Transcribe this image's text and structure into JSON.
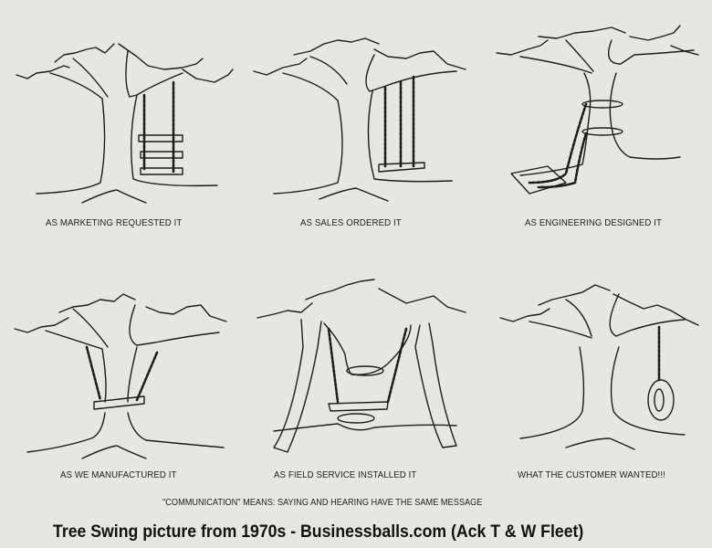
{
  "panels": [
    {
      "id": "marketing",
      "caption": "AS MARKETING REQUESTED IT",
      "swing": "three-tier-seat"
    },
    {
      "id": "sales",
      "caption": "AS SALES ORDERED IT",
      "swing": "three-rope-seat"
    },
    {
      "id": "engineering",
      "caption": "AS ENGINEERING DESIGNED IT",
      "swing": "rope-tied-around-trunk-seat-on-ground"
    },
    {
      "id": "manufacturing",
      "caption": "AS WE MANUFACTURED IT",
      "swing": "seat-through-trunk"
    },
    {
      "id": "field-service",
      "caption": "AS FIELD SERVICE INSTALLED IT",
      "swing": "trunk-cut-propped-branches"
    },
    {
      "id": "customer",
      "caption": "WHAT THE CUSTOMER WANTED!!!",
      "swing": "tire-swing"
    }
  ],
  "tagline": "\"COMMUNICATION\" MEANS:  SAYING AND HEARING HAVE THE SAME MESSAGE",
  "credit": "Tree Swing picture from 1970s - Businessballs.com (Ack T & W Fleet)"
}
